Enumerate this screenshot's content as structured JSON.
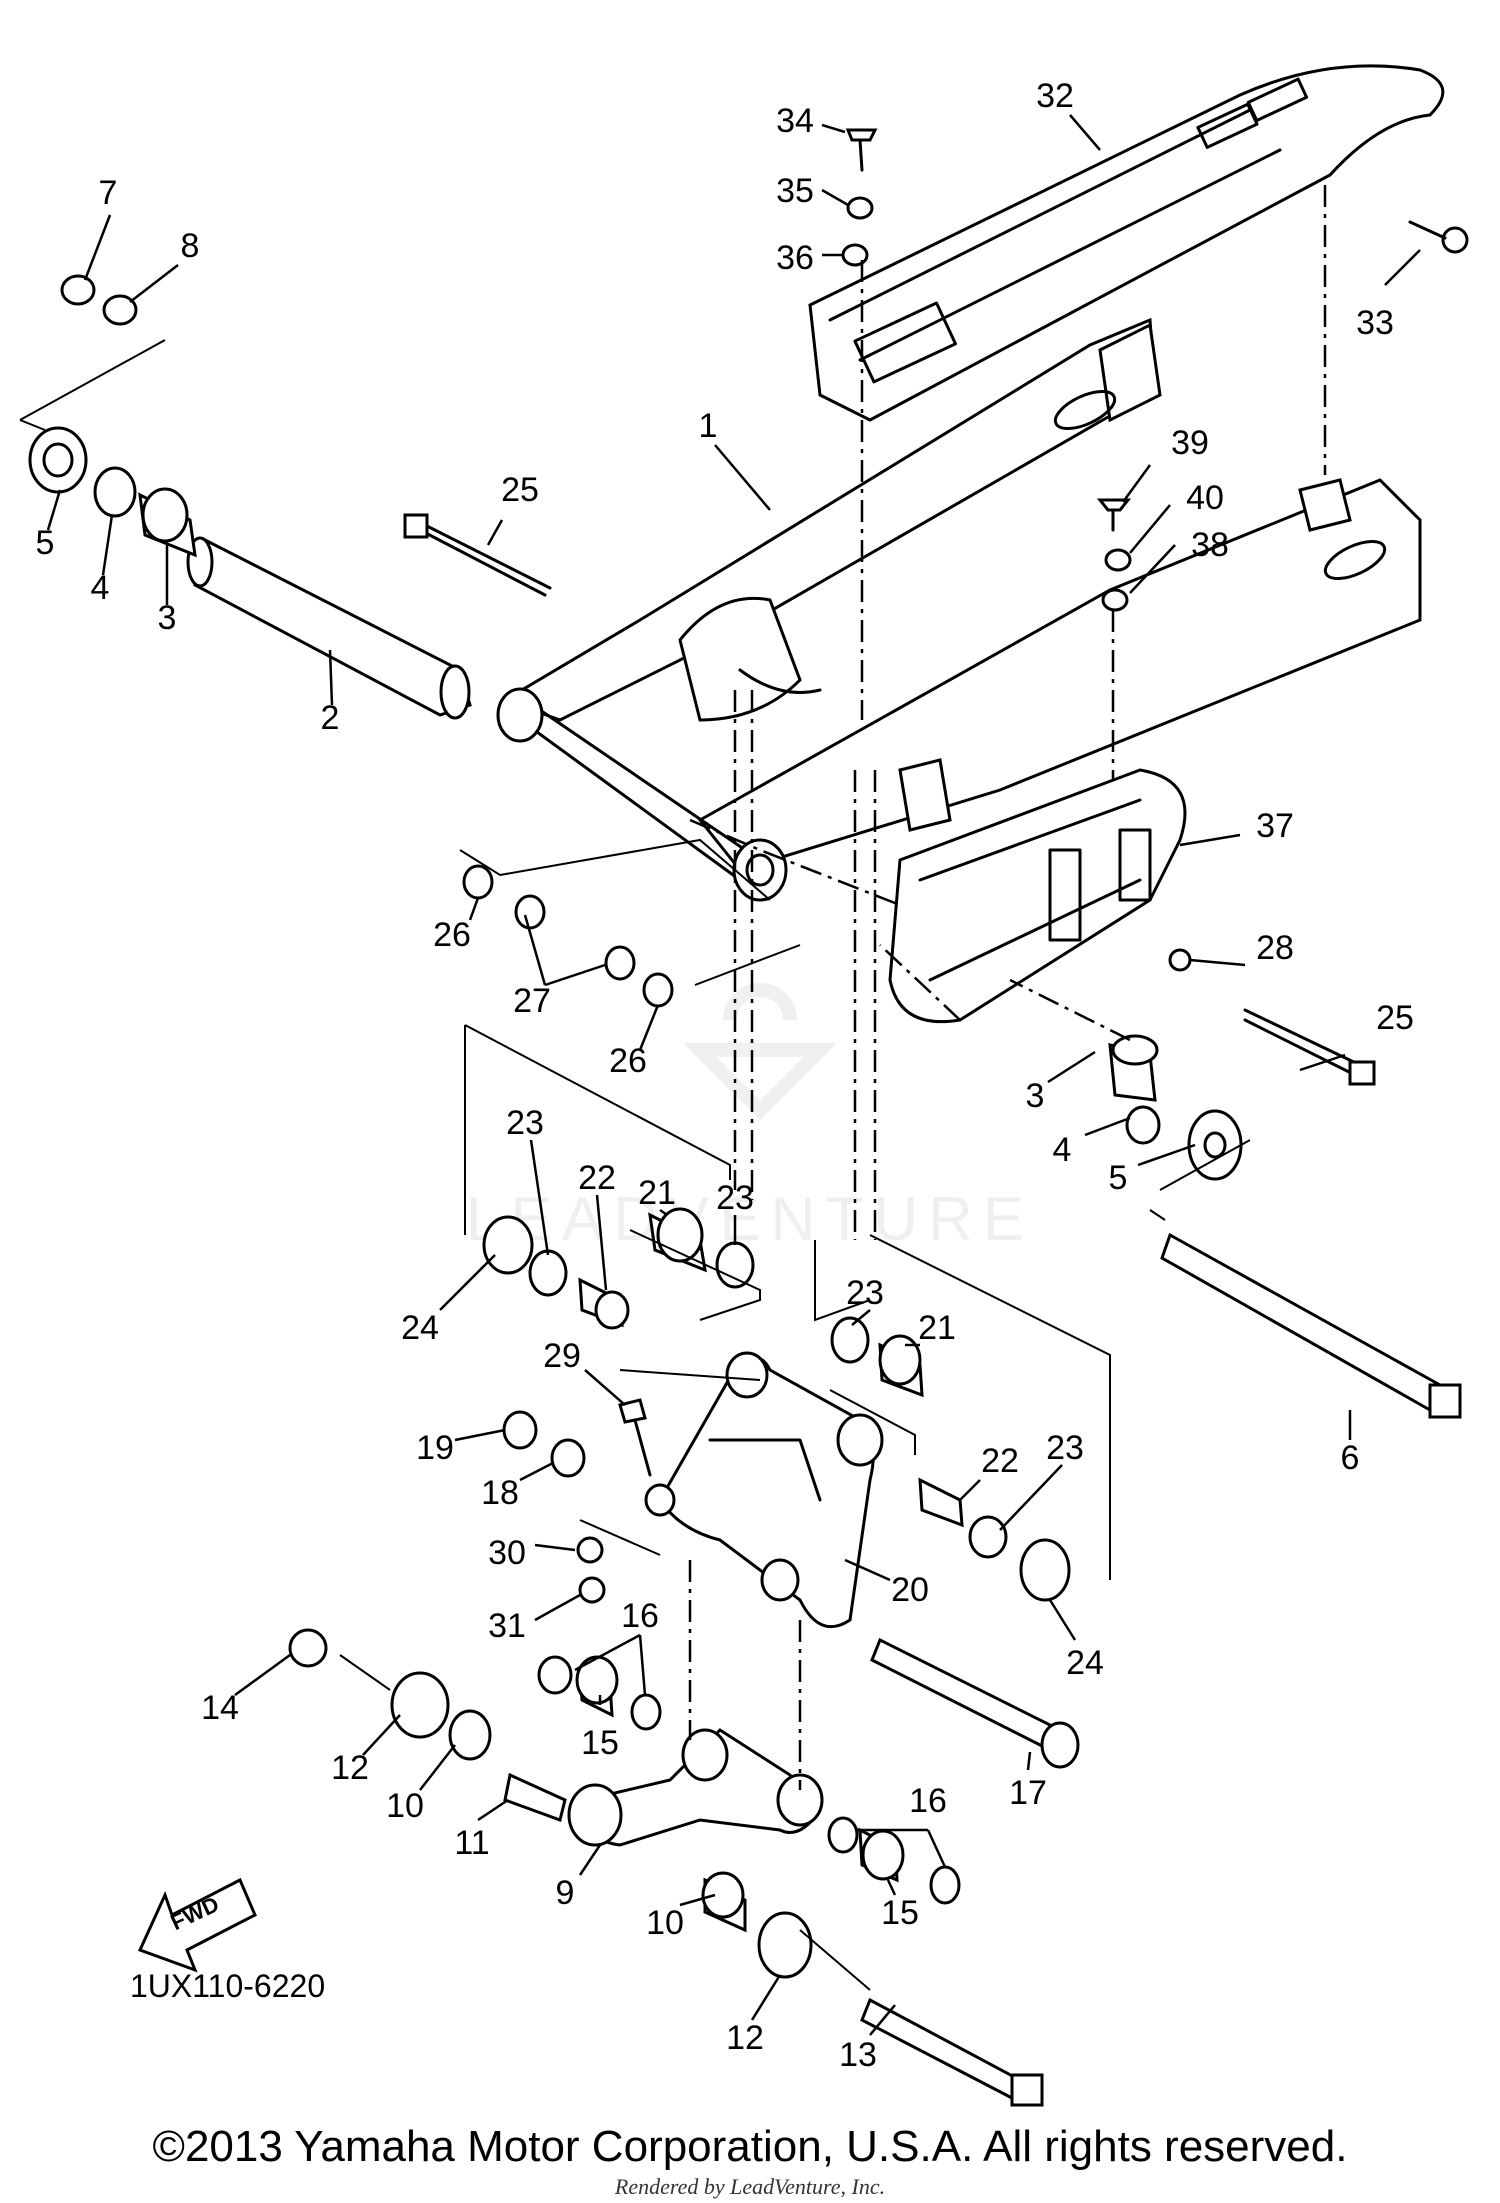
{
  "diagram": {
    "code": "1UX110-6220",
    "fwd_label": "FWD",
    "watermark": "LEADVENTURE",
    "callouts": [
      {
        "id": "c34",
        "label": "34"
      },
      {
        "id": "c32",
        "label": "32"
      },
      {
        "id": "c35",
        "label": "35"
      },
      {
        "id": "c36",
        "label": "36"
      },
      {
        "id": "c33",
        "label": "33"
      },
      {
        "id": "c7",
        "label": "7"
      },
      {
        "id": "c8",
        "label": "8"
      },
      {
        "id": "c1",
        "label": "1"
      },
      {
        "id": "c39",
        "label": "39"
      },
      {
        "id": "c40",
        "label": "40"
      },
      {
        "id": "c38",
        "label": "38"
      },
      {
        "id": "c25a",
        "label": "25"
      },
      {
        "id": "c5a",
        "label": "5"
      },
      {
        "id": "c4a",
        "label": "4"
      },
      {
        "id": "c3a",
        "label": "3"
      },
      {
        "id": "c2",
        "label": "2"
      },
      {
        "id": "c37",
        "label": "37"
      },
      {
        "id": "c26a",
        "label": "26"
      },
      {
        "id": "c27",
        "label": "27"
      },
      {
        "id": "c26b",
        "label": "26"
      },
      {
        "id": "c28",
        "label": "28"
      },
      {
        "id": "c25b",
        "label": "25"
      },
      {
        "id": "c3b",
        "label": "3"
      },
      {
        "id": "c4b",
        "label": "4"
      },
      {
        "id": "c5b",
        "label": "5"
      },
      {
        "id": "c23a",
        "label": "23"
      },
      {
        "id": "c22a",
        "label": "22"
      },
      {
        "id": "c21a",
        "label": "21"
      },
      {
        "id": "c23b",
        "label": "23"
      },
      {
        "id": "c24a",
        "label": "24"
      },
      {
        "id": "c23c",
        "label": "23"
      },
      {
        "id": "c21b",
        "label": "21"
      },
      {
        "id": "c29",
        "label": "29"
      },
      {
        "id": "c22b",
        "label": "22"
      },
      {
        "id": "c23d",
        "label": "23"
      },
      {
        "id": "c6",
        "label": "6"
      },
      {
        "id": "c19",
        "label": "19"
      },
      {
        "id": "c18",
        "label": "18"
      },
      {
        "id": "c30",
        "label": "30"
      },
      {
        "id": "c20",
        "label": "20"
      },
      {
        "id": "c31",
        "label": "31"
      },
      {
        "id": "c16a",
        "label": "16"
      },
      {
        "id": "c24b",
        "label": "24"
      },
      {
        "id": "c14",
        "label": "14"
      },
      {
        "id": "c15a",
        "label": "15"
      },
      {
        "id": "c12a",
        "label": "12"
      },
      {
        "id": "c10a",
        "label": "10"
      },
      {
        "id": "c11",
        "label": "11"
      },
      {
        "id": "c17",
        "label": "17"
      },
      {
        "id": "c16b",
        "label": "16"
      },
      {
        "id": "c9",
        "label": "9"
      },
      {
        "id": "c10b",
        "label": "10"
      },
      {
        "id": "c15b",
        "label": "15"
      },
      {
        "id": "c12b",
        "label": "12"
      },
      {
        "id": "c13",
        "label": "13"
      }
    ]
  },
  "footer": {
    "copyright": "©2013 Yamaha Motor Corporation, U.S.A. All rights reserved.",
    "rendered_by": "Rendered by LeadVenture, Inc."
  }
}
